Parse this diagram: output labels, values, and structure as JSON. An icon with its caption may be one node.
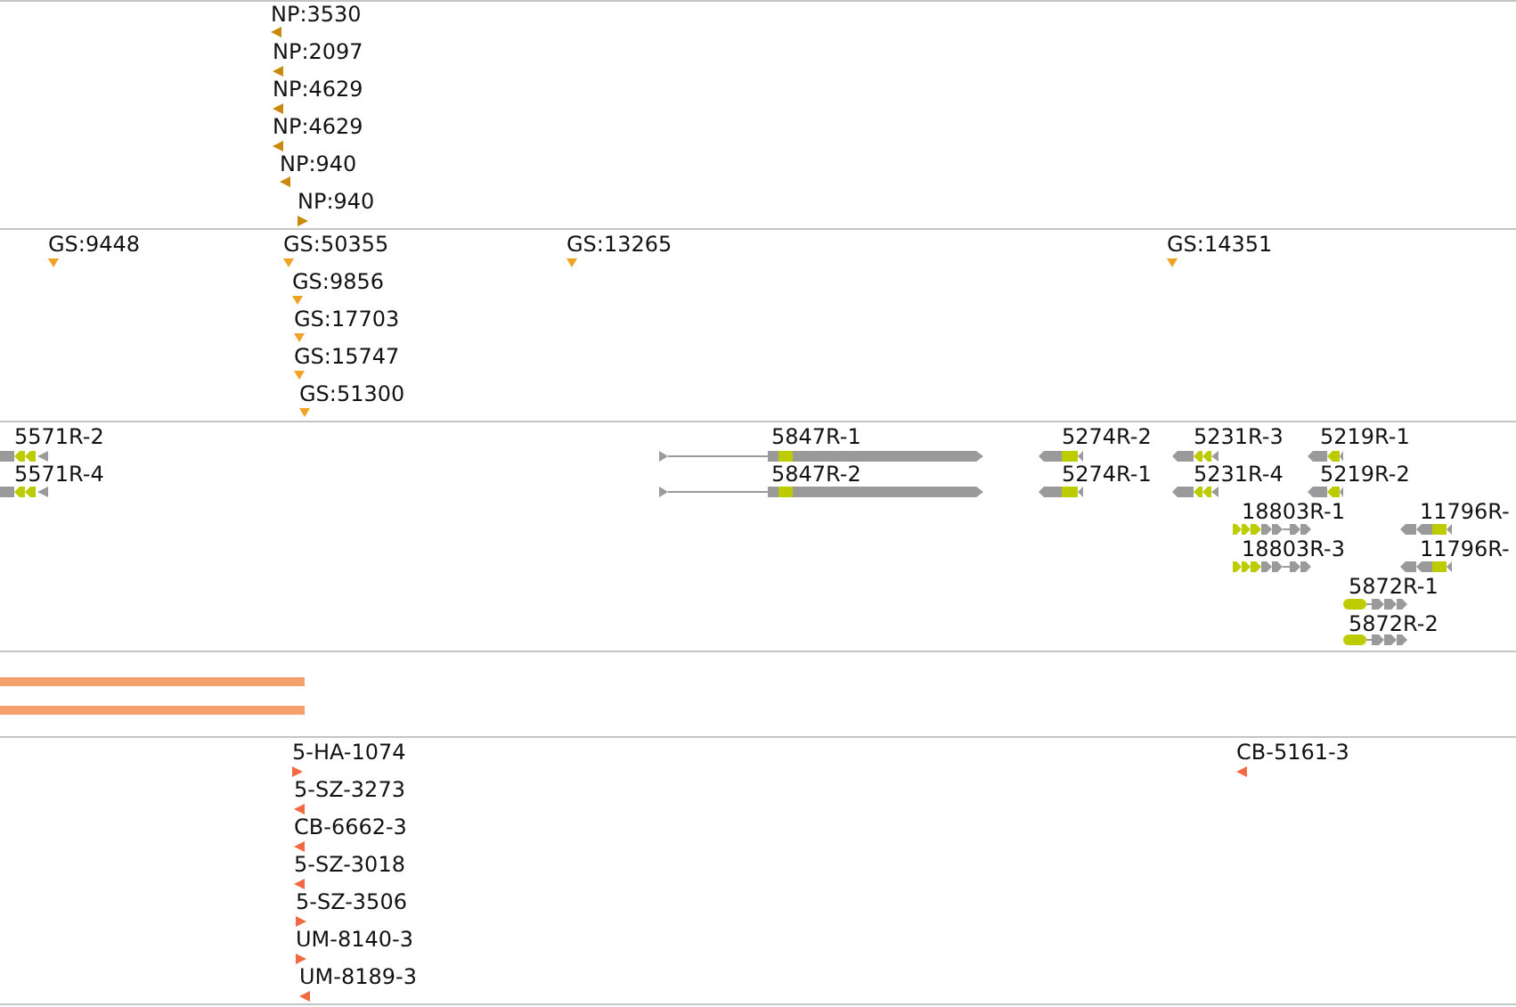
{
  "diagram": {
    "labels": [
      "NP:3530",
      "NP:2097",
      "NP:4629",
      "NP:4629",
      "NP:940",
      "NP:940",
      "GS:9448",
      "GS:50355",
      "GS:13265",
      "GS:14351",
      "GS:9856",
      "GS:17703",
      "GS:15747",
      "GS:51300",
      "5571R-2",
      "5847R-1",
      "5274R-2",
      "5231R-3",
      "5219R-1",
      "5571R-4",
      "5847R-2",
      "5274R-1",
      "5231R-4",
      "5219R-2",
      "18803R-1",
      "11796R-",
      "18803R-3",
      "11796R-",
      "5872R-1",
      "5872R-2",
      "5-HA-1074",
      "CB-5161-3",
      "5-SZ-3273",
      "CB-6662-3",
      "5-SZ-3018",
      "5-SZ-3506",
      "UM-8140-3",
      "UM-8189-3"
    ]
  }
}
